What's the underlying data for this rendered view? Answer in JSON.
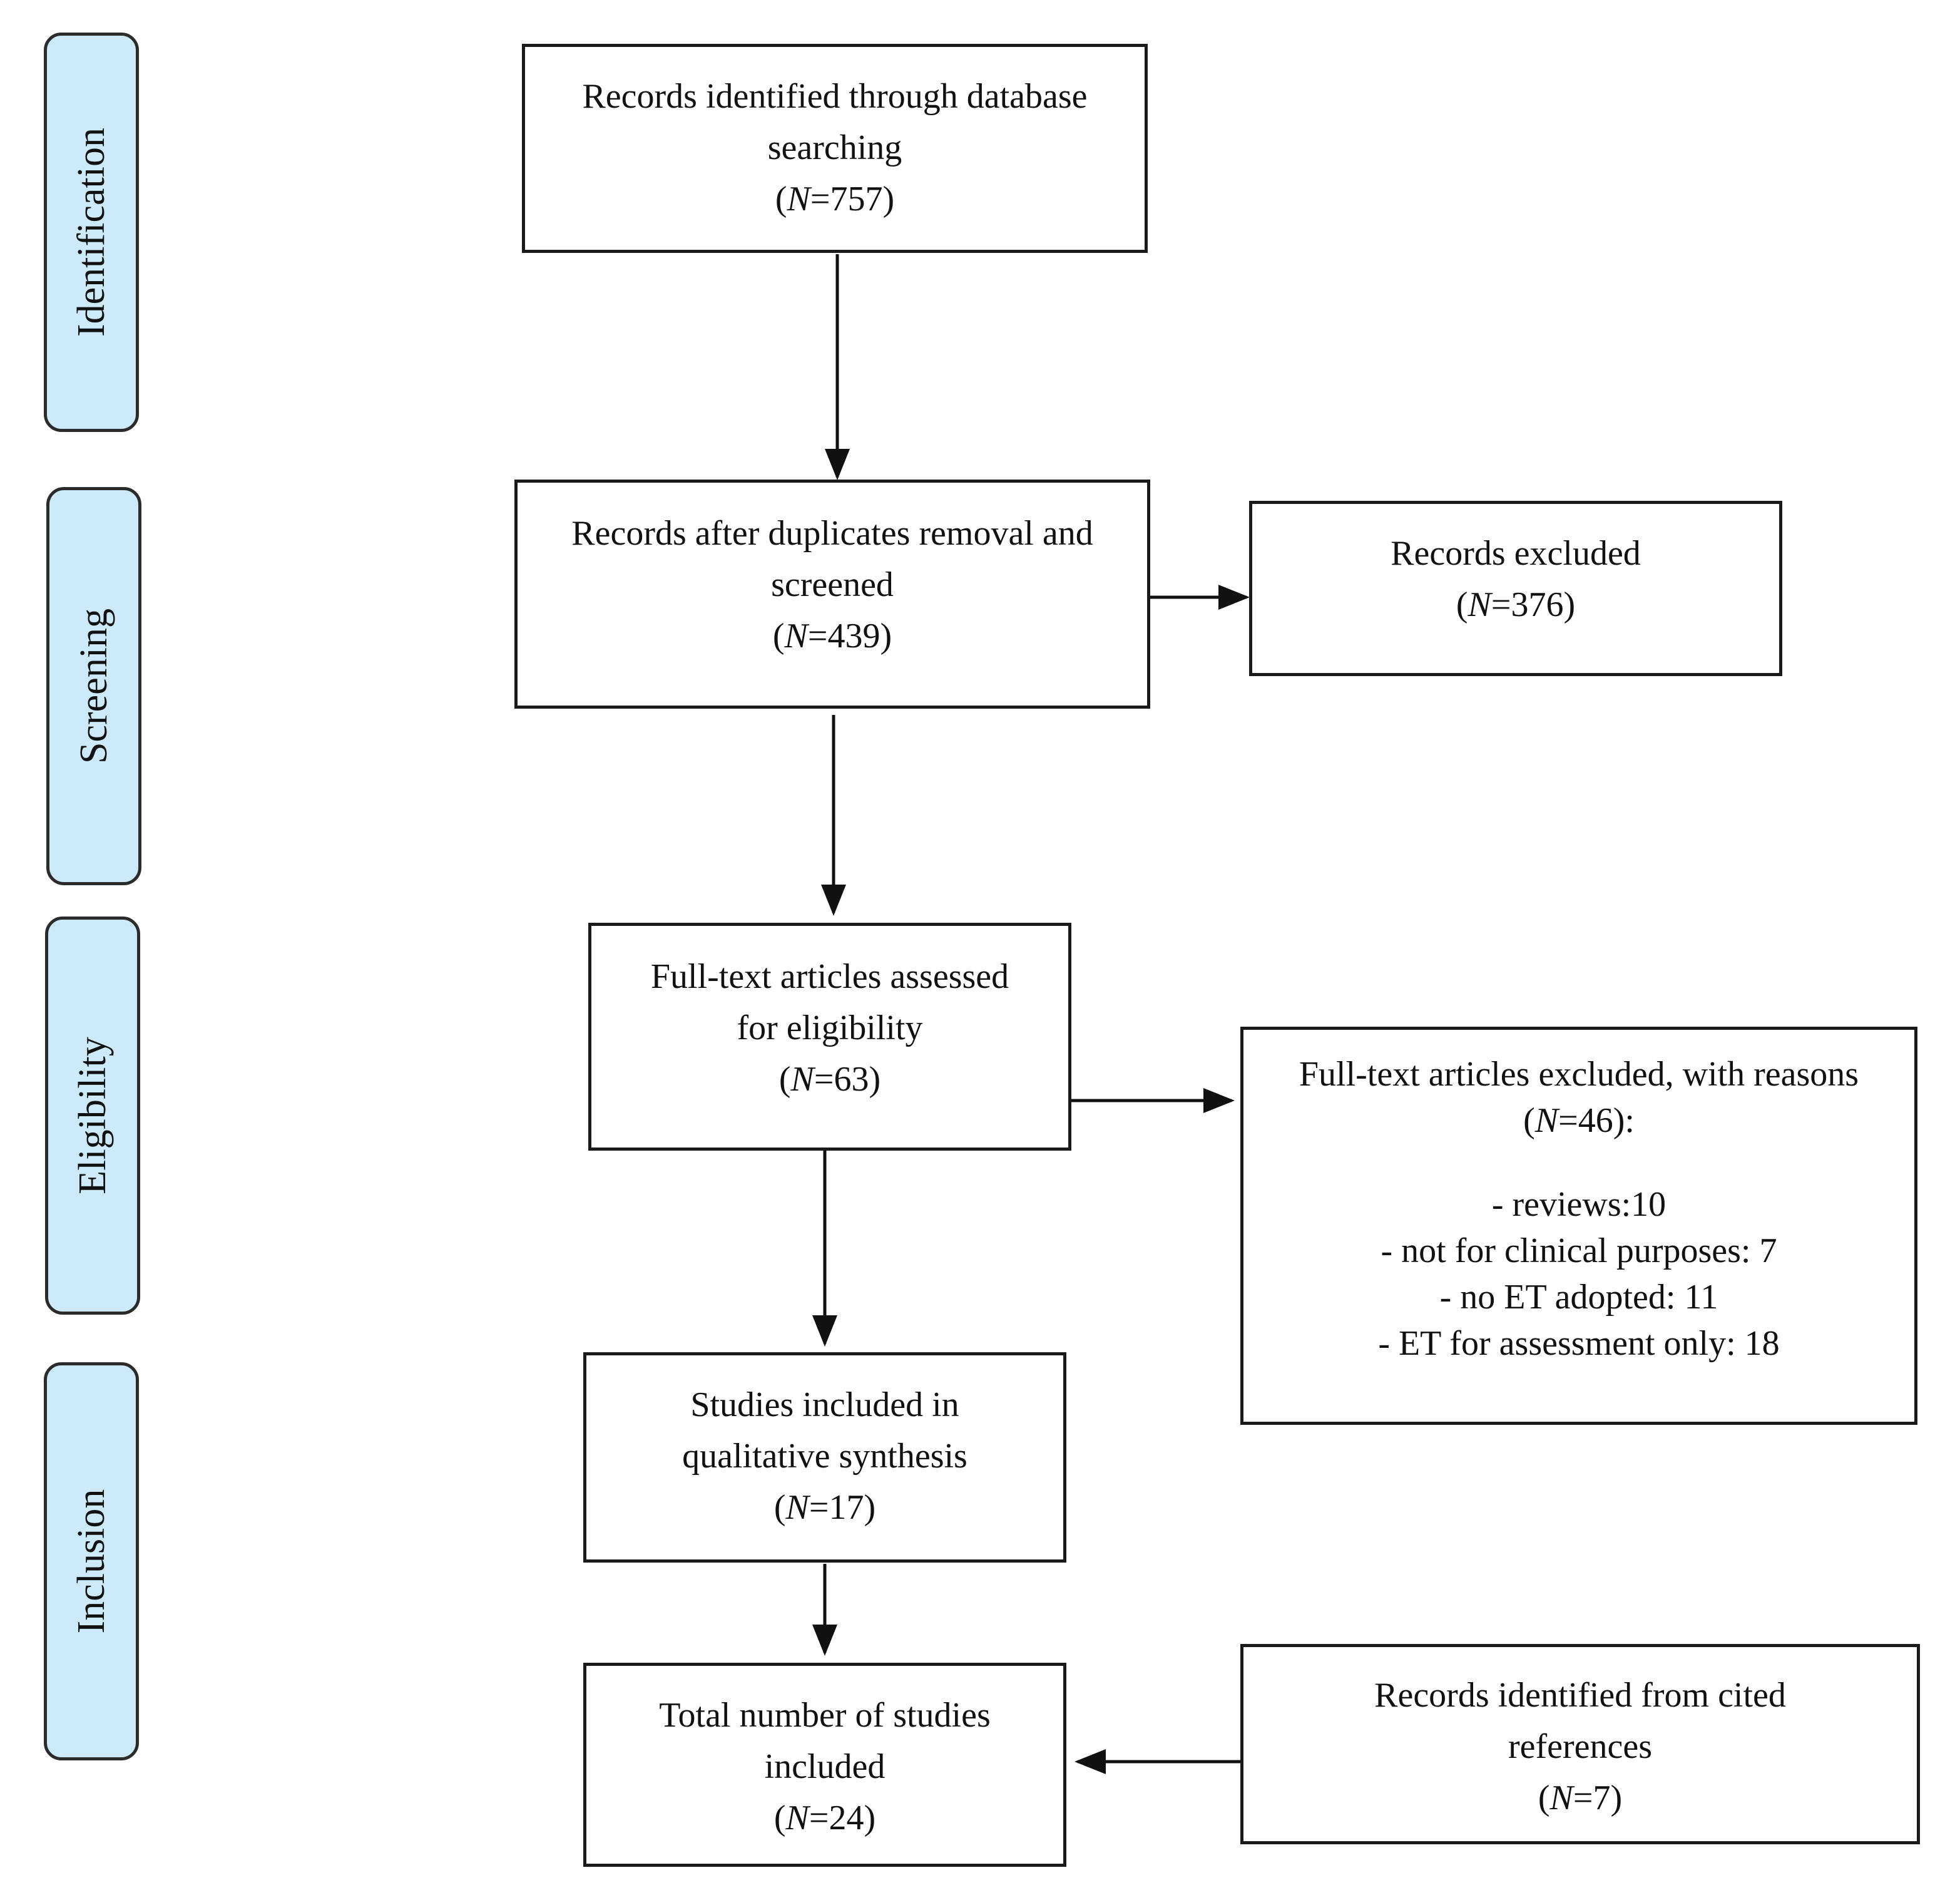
{
  "phases": {
    "identification": "Identification",
    "screening": "Screening",
    "eligibility": "Eligibility",
    "inclusion": "Inclusion"
  },
  "boxes": {
    "identified": {
      "lines": [
        "Records identified through database",
        "searching"
      ],
      "count_prefix": "(",
      "count_var": "N",
      "count_value": "=757)"
    },
    "screened": {
      "lines": [
        "Records after duplicates removal and",
        "screened"
      ],
      "count_prefix": "(",
      "count_var": "N",
      "count_value": "=439)"
    },
    "excluded": {
      "lines": [
        "Records excluded"
      ],
      "count_prefix": "(",
      "count_var": "N",
      "count_value": "=376)"
    },
    "fulltext": {
      "lines": [
        "Full-text articles assessed",
        "for eligibility"
      ],
      "count_prefix": "(",
      "count_var": "N",
      "count_value": "=63)"
    },
    "fulltext_excluded": {
      "lines": [
        "Full-text articles excluded, with reasons"
      ],
      "count_prefix": "(",
      "count_var": "N",
      "count_value": "=46):",
      "reasons": [
        "- reviews:10",
        "- not for clinical purposes: 7",
        "- no ET adopted: 11",
        "- ET for assessment only: 18"
      ]
    },
    "qualitative": {
      "lines": [
        "Studies included in",
        "qualitative synthesis"
      ],
      "count_prefix": "(",
      "count_var": "N",
      "count_value": "=17)"
    },
    "total": {
      "lines": [
        "Total number of studies",
        "included"
      ],
      "count_prefix": "(",
      "count_var": "N",
      "count_value": "=24)"
    },
    "cited": {
      "lines": [
        "Records identified from cited",
        "references"
      ],
      "count_prefix": "(",
      "count_var": "N",
      "count_value": "=7)"
    }
  }
}
